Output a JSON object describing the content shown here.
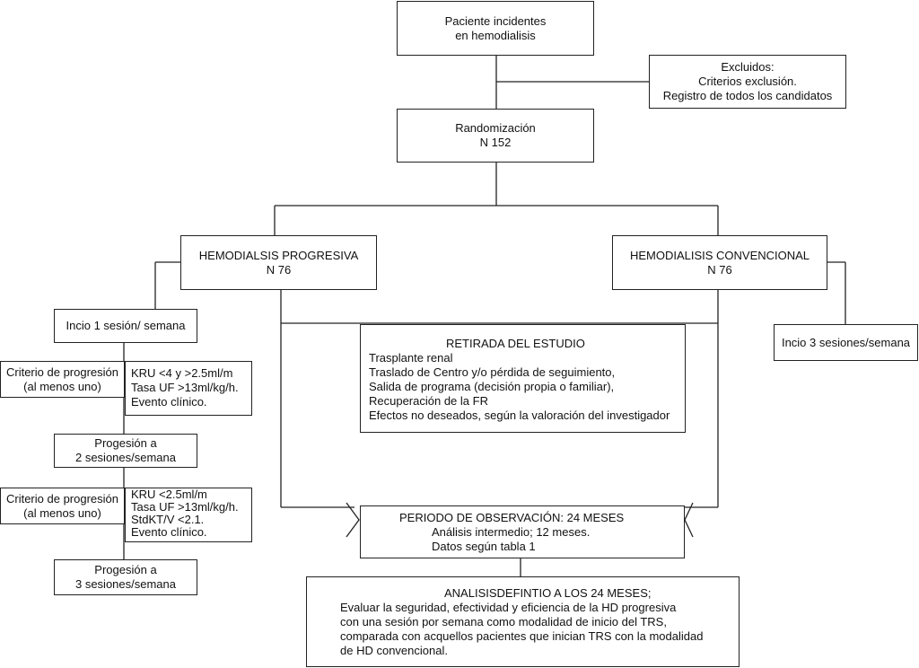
{
  "nodes": {
    "incident": {
      "lines": [
        "Paciente incidentes",
        "en hemodialisis"
      ]
    },
    "excluded": {
      "lines": [
        "Excluidos:",
        "Criterios exclusión.",
        "Registro de todos los candidatos"
      ]
    },
    "randomization": {
      "lines": [
        "Randomización",
        "N 152"
      ]
    },
    "progressive": {
      "lines": [
        "HEMODIALSIS PROGRESIVA",
        "N 76"
      ]
    },
    "conventional": {
      "lines": [
        "HEMODIALISIS CONVENCIONAL",
        "N 76"
      ]
    },
    "start_one": {
      "lines": [
        "Incio 1 sesión/ semana"
      ]
    },
    "start_three": {
      "lines": [
        "Incio 3 sesiones/semana"
      ]
    },
    "criterion1_label": {
      "lines": [
        "Criterio de progresión",
        "(al menos uno)"
      ]
    },
    "criterion1_box": {
      "lines": [
        "KRU <4 y >2.5ml/m",
        "Tasa UF >13ml/kg/h.",
        "Evento clínico."
      ]
    },
    "progression2": {
      "lines": [
        "Progesión a",
        "2 sesiones/semana"
      ]
    },
    "criterion2_label": {
      "lines": [
        "Criterio de progresión",
        "(al menos uno)"
      ]
    },
    "criterion2_box": {
      "lines": [
        "KRU <2.5ml/m",
        "Tasa UF >13ml/kg/h.",
        "StdKT/V <2.1.",
        "Evento clínico."
      ]
    },
    "progression3": {
      "lines": [
        "Progesión a",
        "3 sesiones/semana"
      ]
    },
    "withdrawal": {
      "title": "RETIRADA DEL ESTUDIO",
      "lines": [
        "Trasplante renal",
        "Traslado de Centro y/o pérdida de seguimiento,",
        "Salida de programa (decisión propia o familiar),",
        "Recuperación de la FR",
        "Efectos no deseados, según la valoración del investigador"
      ]
    },
    "observation": {
      "title": "PERIODO DE OBSERVACIÓN: 24 MESES",
      "lines": [
        "Análisis intermedio; 12 meses.",
        "Datos según tabla 1"
      ]
    },
    "final_analysis": {
      "title": "ANALISISDEFINTIO A LOS 24 MESES;",
      "lines": [
        "Evaluar la seguridad, efectividad y eficiencia de la HD progresiva",
        "con una sesión por semana como modalidad de inicio del TRS,",
        "comparada con acquellos pacientes que inician TRS con la modalidad",
        "de HD convencional."
      ]
    }
  }
}
